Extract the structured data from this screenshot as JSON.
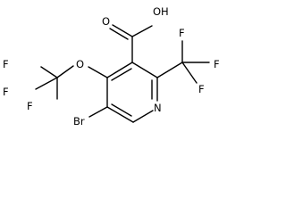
{
  "molecule": {
    "atoms": {
      "oh": "OH",
      "o_carbonyl": "O",
      "o_ether": "O",
      "n_ring": "N",
      "br": "Br",
      "f_left_1": "F",
      "f_left_2": "F",
      "f_left_3": "F",
      "f_right_1": "F",
      "f_right_2": "F",
      "f_right_3": "F"
    }
  }
}
